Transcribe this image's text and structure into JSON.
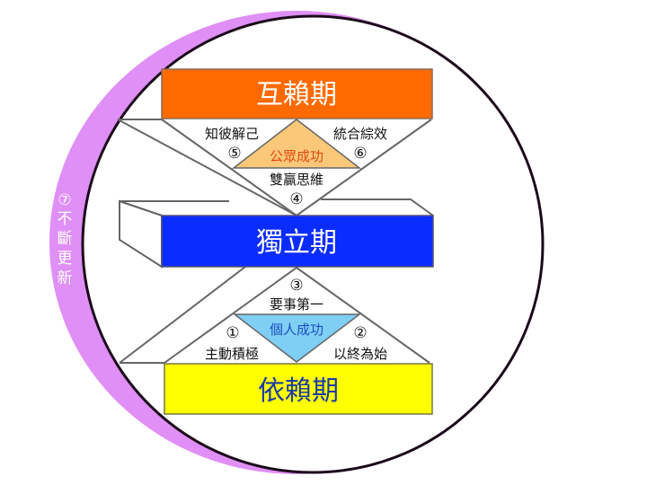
{
  "diagram": {
    "stages": {
      "interdependence": {
        "label": "互賴期",
        "fill": "#ff6a00",
        "text_color": "#ffffff"
      },
      "independence": {
        "label": "獨立期",
        "fill": "#0a2cff",
        "text_color": "#ffffff"
      },
      "dependence": {
        "label": "依賴期",
        "fill": "#ffff00",
        "text_color": "#1a3aa8"
      }
    },
    "public_victory": {
      "label": "公眾成功",
      "fill": "#fbc879",
      "text_color": "#e04a10"
    },
    "private_victory": {
      "label": "個人成功",
      "fill": "#7fcff5",
      "text_color": "#1a4fc0"
    },
    "habits": [
      {
        "num": "①",
        "label": "主動積極"
      },
      {
        "num": "②",
        "label": "以終為始"
      },
      {
        "num": "③",
        "label": "要事第一"
      },
      {
        "num": "④",
        "label": "雙贏思維"
      },
      {
        "num": "⑤",
        "label": "知彼解己"
      },
      {
        "num": "⑥",
        "label": "統合綜效"
      },
      {
        "num": "⑦",
        "label_chars": [
          "不",
          "斷",
          "更",
          "新"
        ]
      }
    ],
    "renewal_ring": {
      "fill": "#df8ff5",
      "outline": "#1a0a1a"
    }
  }
}
